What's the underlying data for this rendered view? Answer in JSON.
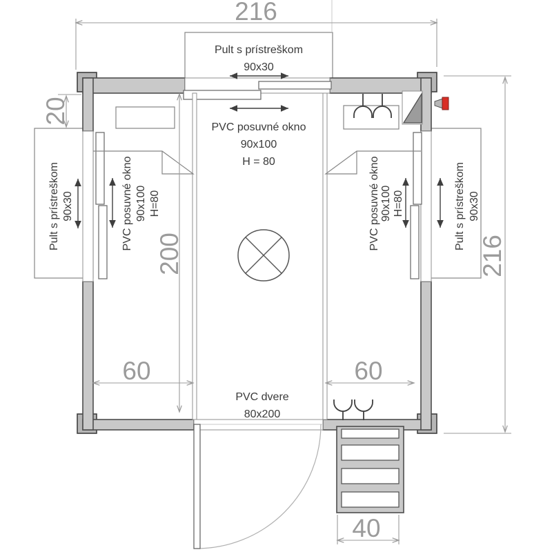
{
  "dimensions": {
    "top_width": "216",
    "right_height": "216",
    "room_height": "200",
    "top_left_offset": "20",
    "left_opening_width": "60",
    "right_opening_width": "60",
    "stairs_width": "40"
  },
  "labels": {
    "counter_top": {
      "name": "Pult s prístreškom",
      "size": "90x30"
    },
    "window_top": {
      "name": "PVC  posuvné okno",
      "size": "90x100",
      "height": "H = 80"
    },
    "counter_left": {
      "name": "Pult s prístreškom",
      "size": "90x30"
    },
    "window_left": {
      "name": "PVC posuvné okno",
      "size": "90x100",
      "height": "H=80"
    },
    "window_right": {
      "name": "PVC posuvné okno",
      "size": "90x100",
      "height": "H=80"
    },
    "counter_right": {
      "name": "Pult s prístreškom",
      "size": "90x30"
    },
    "door": {
      "name": "PVC dvere",
      "size": "80x200"
    }
  },
  "colors": {
    "wall_fill": "#c9c9c9",
    "wall_stroke": "#4d4d4d",
    "post_fill": "#b6b6b6",
    "dim": "#9b9b9b",
    "label": "#3a3a3a",
    "red": "#d92f26",
    "triangle": "#9c9c9c"
  }
}
